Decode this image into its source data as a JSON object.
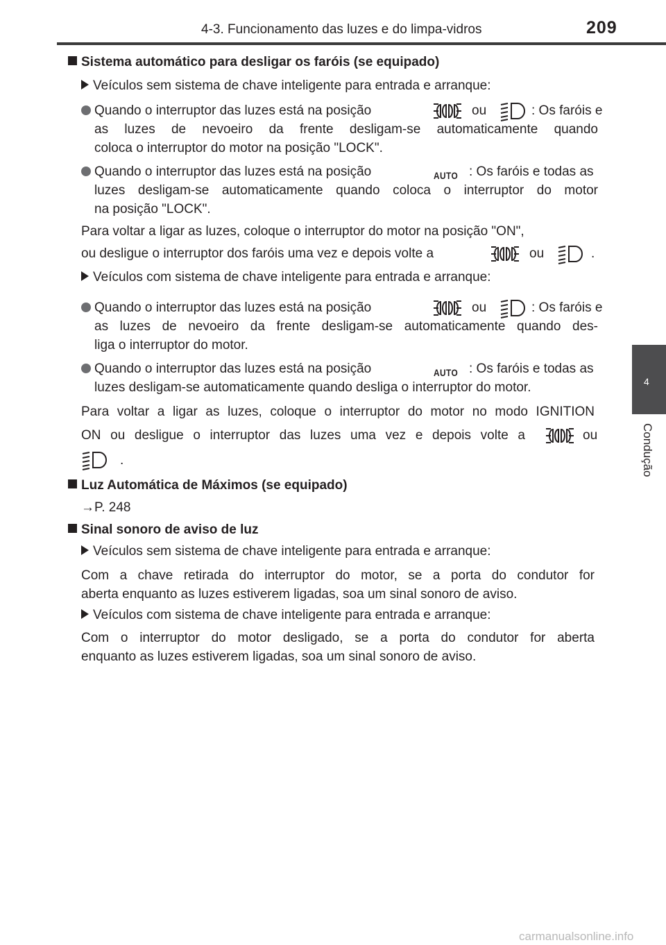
{
  "header": {
    "title": "4-3. Funcionamento das luzes e do limpa-vidros",
    "page_number": "209"
  },
  "side_tab": {
    "number": "4",
    "label": "Condução"
  },
  "sections": {
    "s1": {
      "heading": "Sistema automático para desligar os faróis (se equipado)",
      "sub1": "Veículos sem sistema de chave inteligente para entrada e arranque:",
      "b1": {
        "l1a": "Quando o interruptor das luzes está na posição",
        "l1b": "ou",
        "l1c": ": Os faróis e",
        "l2": "as luzes de nevoeiro da frente desligam-se automaticamente quando",
        "l3": "coloca o interruptor do motor na posição \"LOCK\"."
      },
      "b2": {
        "l1a": "Quando o interruptor das luzes está na posição",
        "l1b": ": Os faróis e todas as",
        "l2": "luzes desligam-se automaticamente quando coloca o interruptor do motor",
        "l3": "na posição \"LOCK\"."
      },
      "p1": {
        "l1": "Para voltar a ligar as luzes, coloque o interruptor do motor na posição \"ON\",",
        "l2a": "ou desligue o interruptor dos faróis uma vez e depois volte a",
        "l2b": "ou",
        "l2c": "."
      },
      "sub2": "Veículos com sistema de chave inteligente para entrada e arranque:",
      "b3": {
        "l1a": "Quando o interruptor das luzes está na posição",
        "l1b": "ou",
        "l1c": ": Os faróis e",
        "l2": "as luzes de nevoeiro da frente desligam-se automaticamente quando des-",
        "l3": "liga o interruptor do motor."
      },
      "b4": {
        "l1a": "Quando o interruptor das luzes está na posição",
        "l1b": ": Os faróis e todas as",
        "l2": "luzes desligam-se automaticamente quando desliga o interruptor do motor."
      },
      "p2": {
        "l1": "Para voltar a ligar as luzes, coloque o interruptor do motor no modo IGNITION",
        "l2a": "ON ou desligue o interruptor das luzes uma vez e depois volte a",
        "l2b": "ou",
        "l3": "."
      }
    },
    "s2": {
      "heading": "Luz Automática de Máximos (se equipado)",
      "ref": "→P. 248"
    },
    "s3": {
      "heading": "Sinal sonoro de aviso de luz",
      "sub1": "Veículos sem sistema de chave inteligente para entrada e arranque:",
      "p1": {
        "l1": "Com a chave retirada do interruptor do motor, se a porta do condutor for",
        "l2": "aberta enquanto as luzes estiverem ligadas, soa um sinal sonoro de aviso."
      },
      "sub2": "Veículos com sistema de chave inteligente para entrada e arranque:",
      "p2": {
        "l1": "Com o interruptor do motor desligado, se a porta do condutor for aberta",
        "l2": "enquanto as luzes estiverem ligadas, soa um sinal sonoro de aviso."
      }
    }
  },
  "icons": {
    "auto_label": "AUTO"
  },
  "watermark": "carmanualsonline.info"
}
